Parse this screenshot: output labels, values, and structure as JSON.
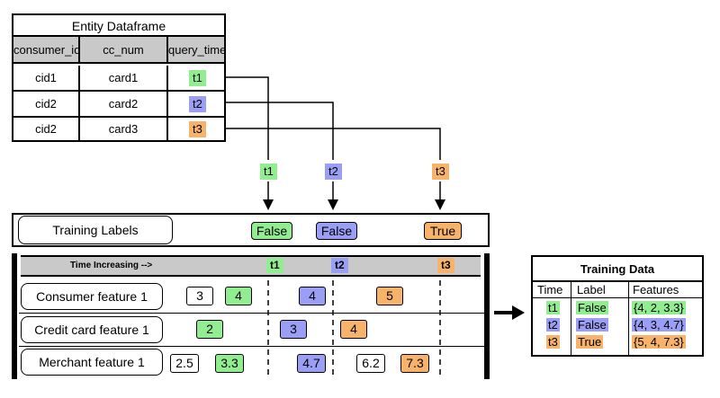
{
  "entity": {
    "title": "Entity Dataframe",
    "columns": [
      "consumer_id",
      "cc_num",
      "query_time"
    ],
    "rows": [
      {
        "consumer_id": "cid1",
        "cc_num": "card1",
        "query_time": "t1",
        "color": "#90ee90"
      },
      {
        "consumer_id": "cid2",
        "cc_num": "card2",
        "query_time": "t2",
        "color": "#9a9ff5"
      },
      {
        "consumer_id": "cid2",
        "cc_num": "card3",
        "query_time": "t3",
        "color": "#f8b36b"
      }
    ]
  },
  "arrow_tags": [
    "t1",
    "t2",
    "t3"
  ],
  "training_labels": {
    "name": "Training Labels",
    "values": [
      "False",
      "False",
      "True"
    ]
  },
  "timeline": {
    "header": "Time Increasing -->",
    "ticks": [
      "t1",
      "t2",
      "t3"
    ],
    "features": [
      {
        "name": "Consumer feature 1",
        "values": [
          "3",
          "4",
          "4",
          "5"
        ]
      },
      {
        "name": "Credit card feature 1",
        "values": [
          "2",
          "3",
          "4"
        ]
      },
      {
        "name": "Merchant feature 1",
        "values": [
          "2.5",
          "3.3",
          "4.7",
          "6.2",
          "7.3"
        ]
      }
    ]
  },
  "training_data": {
    "title": "Training Data",
    "columns": [
      "Time",
      "Label",
      "Features"
    ],
    "rows": [
      {
        "time": "t1",
        "label": "False",
        "features": "{4, 2, 3.3}"
      },
      {
        "time": "t2",
        "label": "False",
        "features": "{4, 3, 4.7}"
      },
      {
        "time": "t3",
        "label": "True",
        "features": "{5, 4, 7.3}"
      }
    ]
  },
  "colors": {
    "t1": "#90ee90",
    "t2": "#9a9ff5",
    "t3": "#f8b36b",
    "header_gray": "#c9c9c9"
  }
}
